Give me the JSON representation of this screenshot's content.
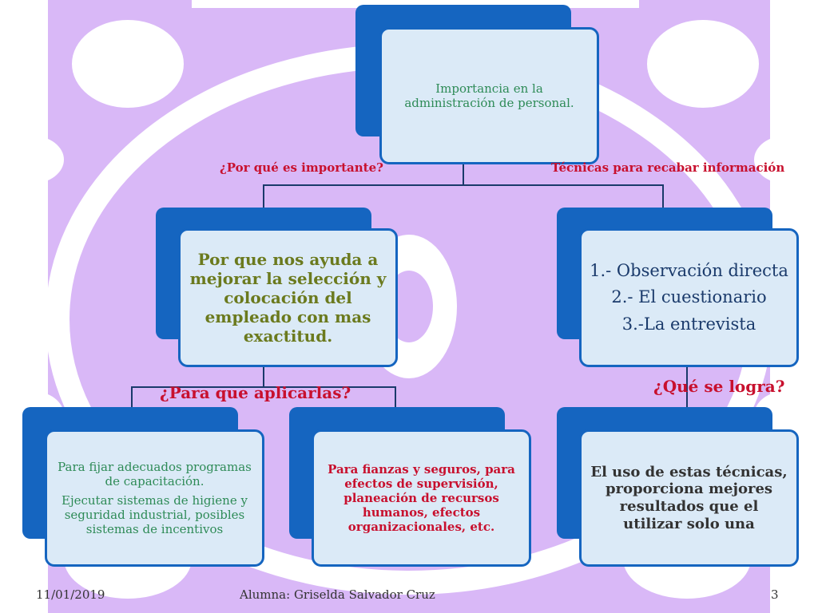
{
  "colors": {
    "background": "#d9b8f7",
    "pattern": "#ffffff",
    "box_back": "#1565c0",
    "box_front": "#dbeaf7",
    "green_text": "#2e8b57",
    "olive_text": "#6b7a1e",
    "navy_text": "#1a3a6b",
    "red_text": "#c8102e",
    "dark_text": "#333333"
  },
  "diagram": {
    "root": {
      "text": "Importancia en la administración de personal."
    },
    "branch_labels": {
      "left": "¿Por qué es importante?",
      "right": "Técnicas para recabar información",
      "mid_left": "¿Para que aplicarlas?",
      "mid_right": "¿Qué se logra?"
    },
    "left_box": {
      "text": "Por que nos ayuda a mejorar la selección y colocación del empleado con mas exactitud."
    },
    "right_box": {
      "items": [
        "1.- Observación directa",
        "2.- El cuestionario",
        "3.-La entrevista"
      ]
    },
    "bottom_left": {
      "line1": "Para fijar adecuados programas de capacitación.",
      "line2": "Ejecutar sistemas de higiene y seguridad industrial, posibles sistemas de incentivos"
    },
    "bottom_mid": {
      "text": "Para fianzas y seguros, para efectos de supervisión, planeación de recursos humanos, efectos organizacionales, etc."
    },
    "bottom_right": {
      "text": "El uso de estas técnicas, proporciona mejores resultados que el utilizar solo una"
    }
  },
  "footer": {
    "date": "11/01/2019",
    "author": "Alumna: Griselda Salvador Cruz",
    "page": "3"
  }
}
